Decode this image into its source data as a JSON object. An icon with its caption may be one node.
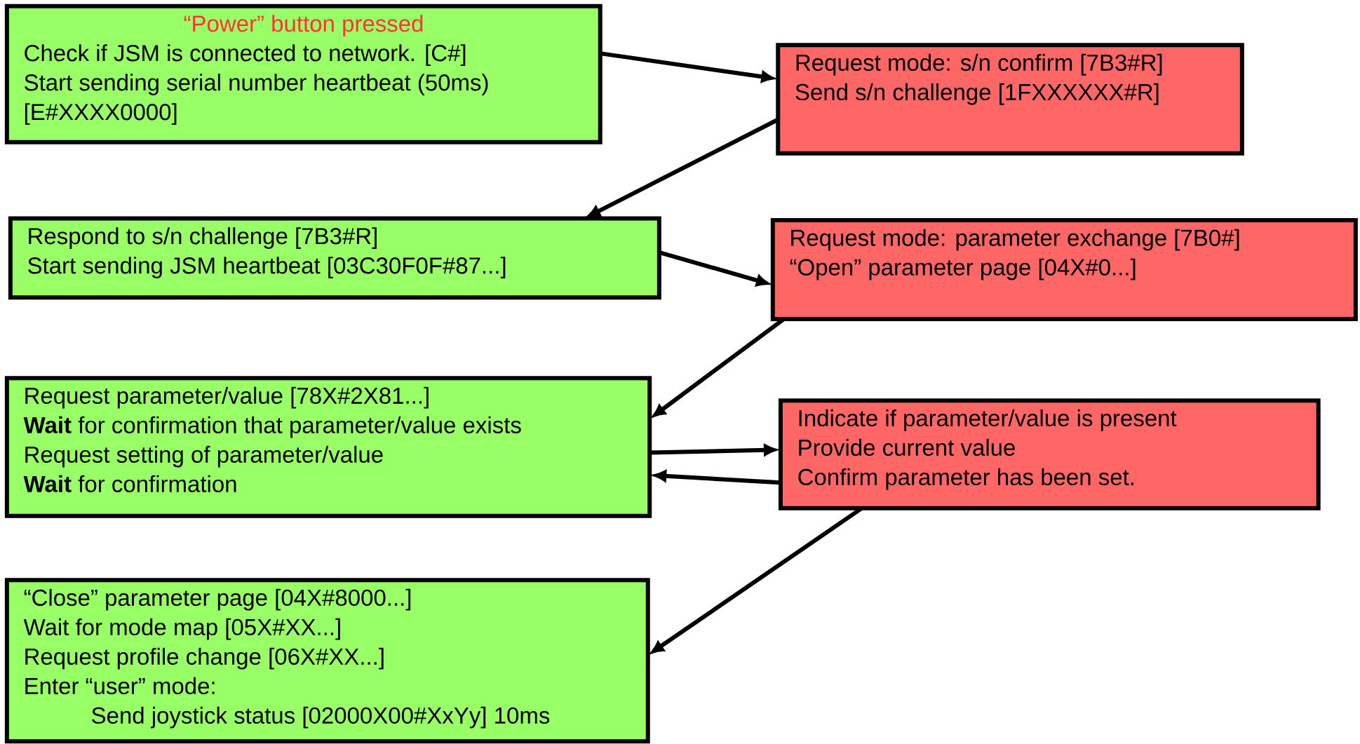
{
  "diagram": {
    "nodes": [
      {
        "text": [
          "“Power” button pressed",
          "Check if JSM is connected to network. [C#]",
          "Start sending serial number heartbeat (50ms) [E#XXXX0000]"
        ]
      },
      {
        "text": [
          "Request mode: s/n confirm [7B3#R]",
          "Send s/n challenge [1FXXXXXX#R]"
        ]
      },
      {
        "text": [
          "Respond to s/n challenge [7B3#R]",
          "Start sending JSM heartbeat [03C30F0F#87...]"
        ]
      },
      {
        "text": [
          "Request mode: parameter exchange [7B0#]",
          "“Open” parameter page [04X#0...]"
        ]
      },
      {
        "text": [
          "Request parameter/value [78X#2X81...]",
          "**Wait** for confirmation that parameter/value exists",
          "Request setting of parameter/value",
          "**Wait** for confirmation"
        ]
      },
      {
        "text": [
          "Indicate if parameter/value is present",
          "Provide current value",
          "Confirm parameter has been set."
        ]
      },
      {
        "text": [
          "“Close” parameter page [04X#8000...]",
          "Wait for mode map  [05X#XX...]",
          "Request profile change [06X#XX...]",
          "Enter “user” mode:",
          "Send joystick status [02000X00#XxYy] 10ms"
        ]
      }
    ],
    "edges": [
      {
        "from": 0,
        "to": 1,
        "arrow": "to"
      },
      {
        "from": 1,
        "to": 2,
        "arrow": "to"
      },
      {
        "from": 2,
        "to": 3,
        "arrow": "to"
      },
      {
        "from": 3,
        "to": 4,
        "arrow": "to"
      },
      {
        "from": 4,
        "to": 5,
        "arrow": "to"
      },
      {
        "from": 5,
        "to": 4,
        "arrow": "to"
      },
      {
        "from": 5,
        "to": 6,
        "arrow": "to"
      }
    ]
  }
}
